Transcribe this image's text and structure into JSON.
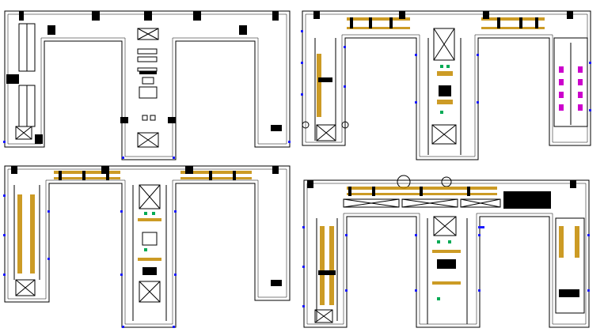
{
  "colors": {
    "background": "#ffffff",
    "wall": "#000000",
    "dimension": "#1a1aff",
    "furniture": "#c48a00",
    "accent": "#cc00cc",
    "fixture": "#00aa55"
  },
  "plans": [
    {
      "id": "plan-top-left",
      "type": "t-shape",
      "detail": "outline"
    },
    {
      "id": "plan-top-right",
      "type": "u-shape",
      "detail": "furnished"
    },
    {
      "id": "plan-bottom-left",
      "type": "t-shape",
      "detail": "furnished"
    },
    {
      "id": "plan-bottom-right",
      "type": "u-shape",
      "detail": "furnished-dense"
    }
  ]
}
